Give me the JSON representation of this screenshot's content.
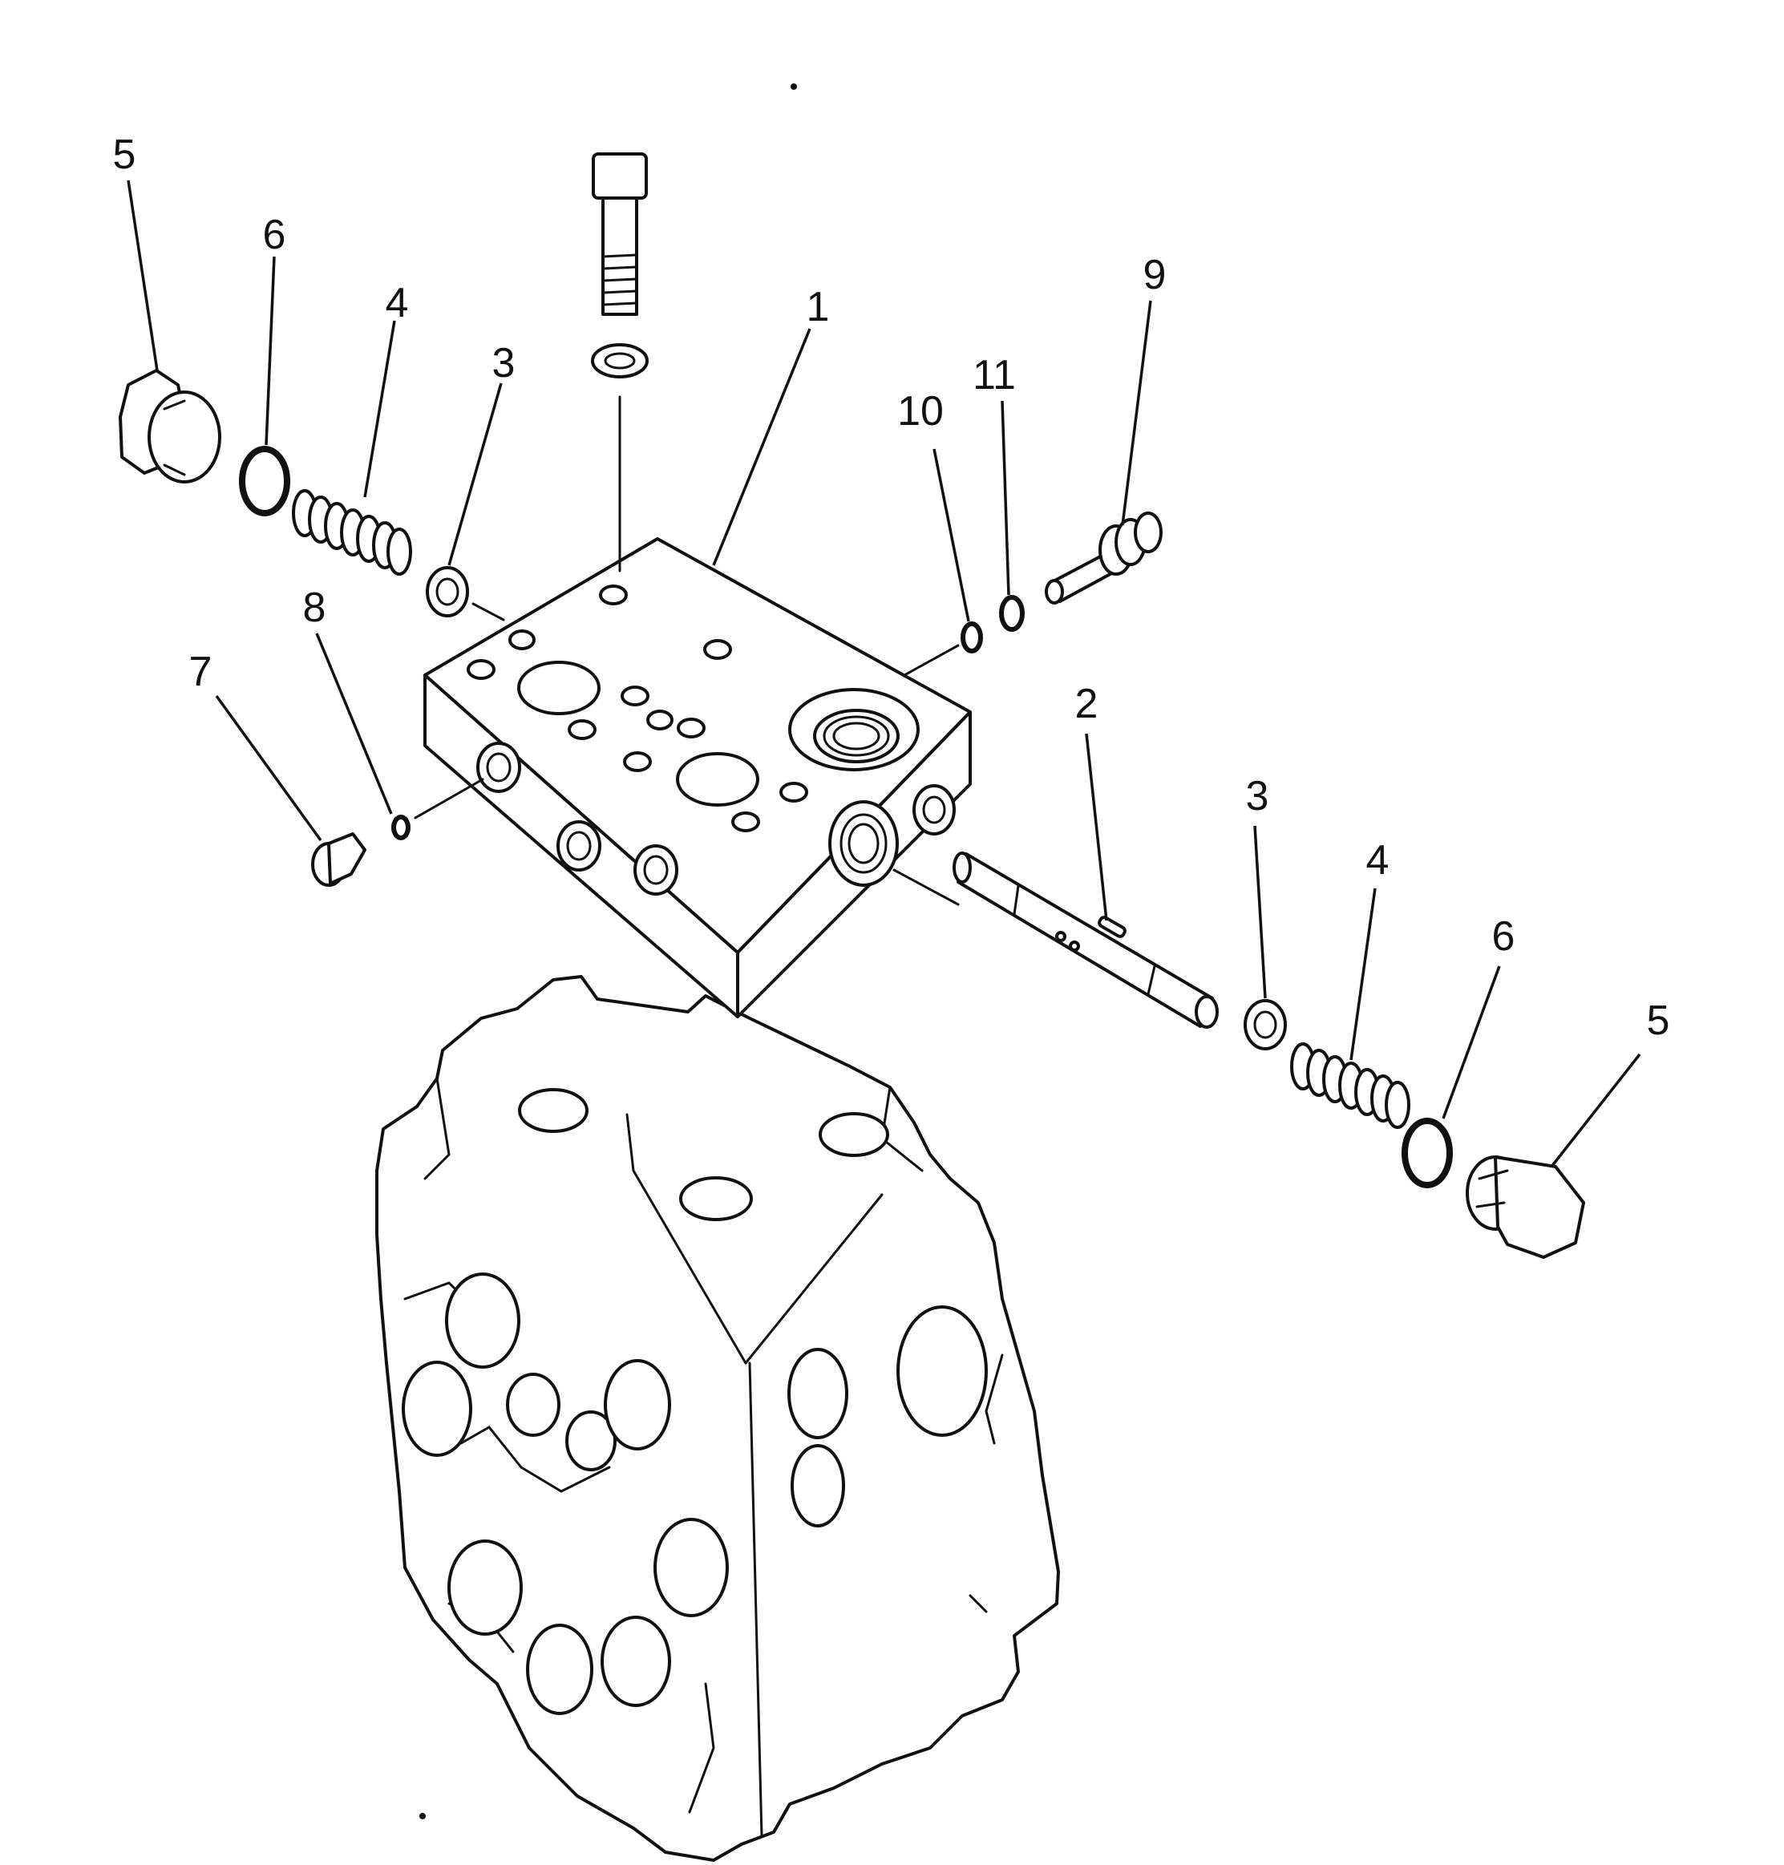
{
  "callouts": {
    "c5a": "5",
    "c6a": "6",
    "c4a": "4",
    "c3a": "3",
    "c1": "1",
    "c10": "10",
    "c11": "11",
    "c9": "9",
    "c8": "8",
    "c7": "7",
    "c2": "2",
    "c3b": "3",
    "c4b": "4",
    "c6b": "6",
    "c5b": "5"
  }
}
